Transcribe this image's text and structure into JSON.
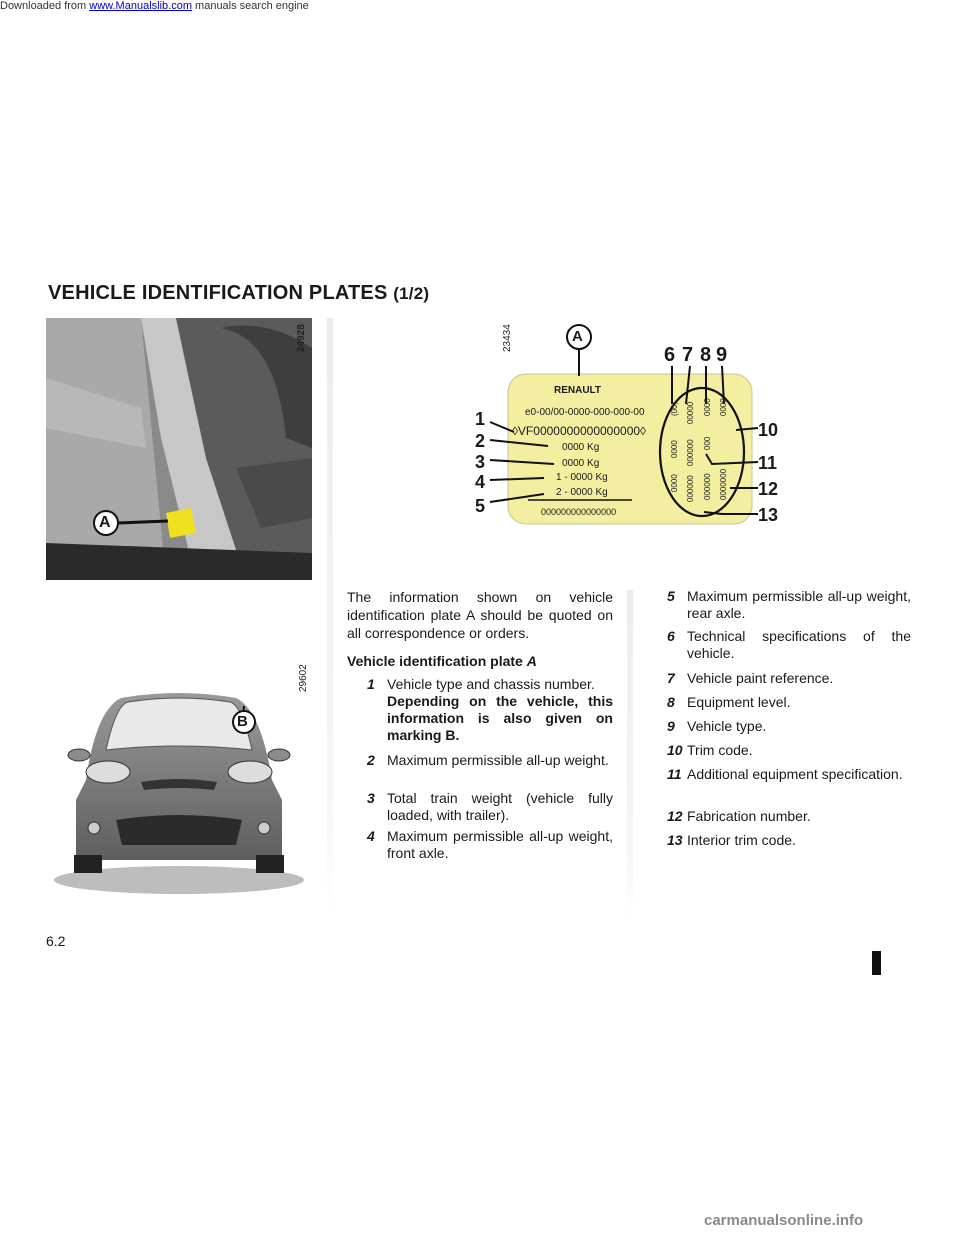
{
  "header": {
    "prefix": "Downloaded from ",
    "link": "www.Manualslib.com",
    "suffix": " manuals search engine"
  },
  "title": {
    "main": "VEHICLE IDENTIFICATION PLATES",
    "part": "(1/2)"
  },
  "images": {
    "door_code": "24928",
    "door_marker": "A",
    "car_code": "29602",
    "car_marker": "B",
    "plate_code": "23434",
    "plate_marker": "A"
  },
  "plate": {
    "brand": "RENAULT",
    "line1": "e0-00/00-0000-000-000-00",
    "line2": "◊VF0000000000000000◊",
    "line3": "0000 Kg",
    "line4": "0000 Kg",
    "line5": "1 - 0000 Kg",
    "line6": "2 - 0000 Kg",
    "line7": "000000000000000",
    "callouts_left": [
      "1",
      "2",
      "3",
      "4",
      "5"
    ],
    "callouts_top": [
      "6",
      "7",
      "8",
      "9"
    ],
    "callouts_right": [
      "10",
      "11",
      "12",
      "13"
    ],
    "oval_col1": [
      "(00)",
      "0000",
      "0000"
    ],
    "oval_col2": [
      "00000",
      "000000",
      "000000"
    ],
    "oval_col3": [
      "0000",
      "000",
      "000000"
    ],
    "oval_col4": [
      "0000",
      "0000000"
    ]
  },
  "intro": "The information shown on vehicle identification plate A should be quoted on all correspondence or orders.",
  "subheading": {
    "text": "Vehicle identification plate ",
    "letter": "A"
  },
  "items_left": [
    {
      "num": "1",
      "text": "Vehicle type and chassis number.",
      "bold": "Depending on the vehicle, this information is also given on marking B."
    },
    {
      "num": "2",
      "text": "Maximum permissible all-up weight."
    },
    {
      "num": "3",
      "text": "Total train weight (vehicle fully loaded, with trailer)."
    },
    {
      "num": "4",
      "text": "Maximum permissible all-up weight, front axle."
    }
  ],
  "items_right": [
    {
      "num": "5",
      "text": "Maximum permissible all-up weight, rear axle."
    },
    {
      "num": "6",
      "text": "Technical specifications of the vehicle."
    },
    {
      "num": "7",
      "text": "Vehicle paint reference."
    },
    {
      "num": "8",
      "text": "Equipment level."
    },
    {
      "num": "9",
      "text": "Vehicle type."
    },
    {
      "num": "10",
      "text": "Trim code."
    },
    {
      "num": "11",
      "text": "Additional equipment specification."
    },
    {
      "num": "12",
      "text": "Fabrication number."
    },
    {
      "num": "13",
      "text": "Interior trim code."
    }
  ],
  "page_number": "6.2",
  "footer": "carmanualsonline.info",
  "colors": {
    "plate_fill": "#f3eea0",
    "sticker_yellow": "#f0e020"
  }
}
